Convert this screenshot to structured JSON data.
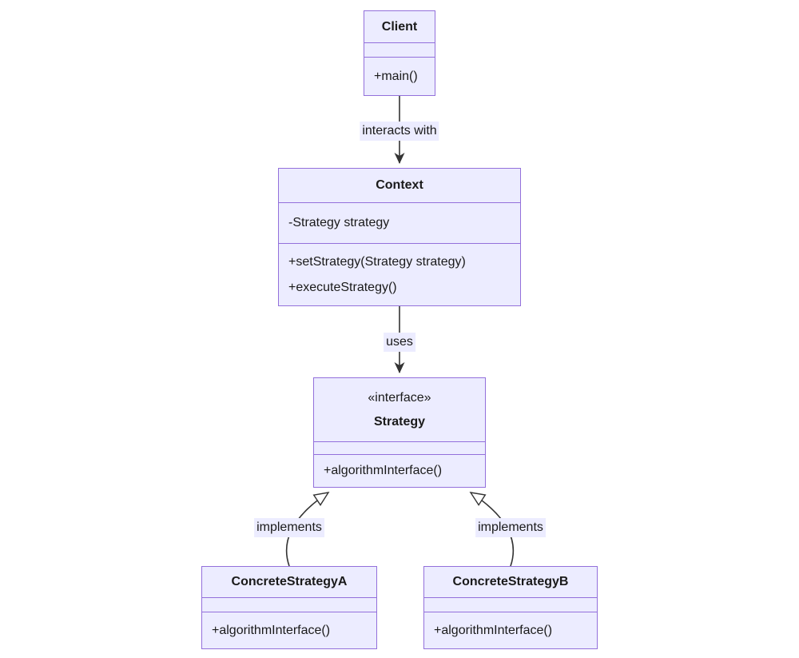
{
  "diagram": {
    "kind": "uml-class-diagram",
    "pattern": "Strategy pattern"
  },
  "colors": {
    "box_fill": "#ECECFF",
    "box_border": "#9370DB",
    "arrow_line": "#333333",
    "label_bg": "#ECECFF",
    "text": "#1a1a1a",
    "background": "#ffffff"
  },
  "classes": {
    "client": {
      "title": "Client",
      "attributes": [],
      "methods": [
        "+main()"
      ]
    },
    "context": {
      "title": "Context",
      "attributes": [
        "-Strategy strategy"
      ],
      "methods": [
        "+setStrategy(Strategy strategy)",
        "+executeStrategy()"
      ]
    },
    "strategy": {
      "stereotype": "«interface»",
      "title": "Strategy",
      "attributes": [],
      "methods": [
        "+algorithmInterface()"
      ]
    },
    "concreteStrategyA": {
      "title": "ConcreteStrategyA",
      "attributes": [],
      "methods": [
        "+algorithmInterface()"
      ]
    },
    "concreteStrategyB": {
      "title": "ConcreteStrategyB",
      "attributes": [],
      "methods": [
        "+algorithmInterface()"
      ]
    }
  },
  "edges": [
    {
      "from": "Client",
      "to": "Context",
      "label": "interacts with",
      "type": "dependency-arrow"
    },
    {
      "from": "Context",
      "to": "Strategy",
      "label": "uses",
      "type": "dependency-arrow"
    },
    {
      "from": "ConcreteStrategyA",
      "to": "Strategy",
      "label": "implements",
      "type": "realization"
    },
    {
      "from": "ConcreteStrategyB",
      "to": "Strategy",
      "label": "implements",
      "type": "realization"
    }
  ]
}
